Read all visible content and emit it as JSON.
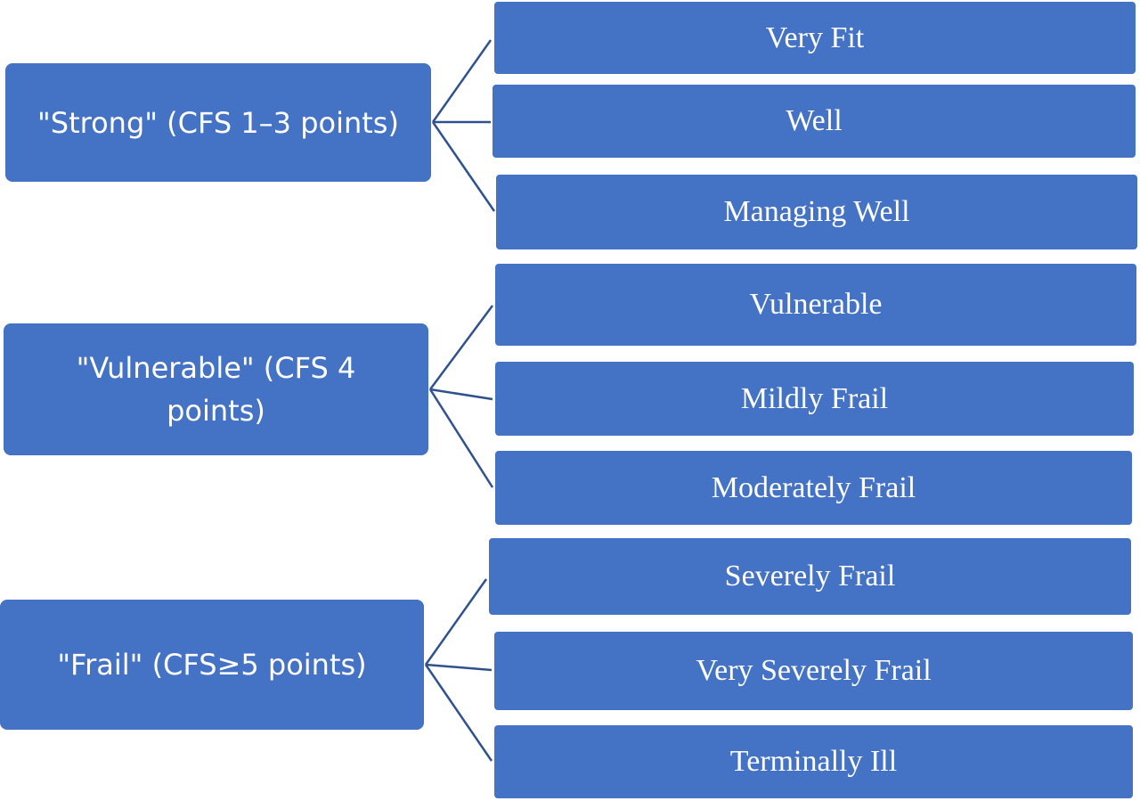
{
  "colors": {
    "box": "#4472C4",
    "connector": "#2F528F",
    "text": "#FFFFFF"
  },
  "groups": [
    {
      "label": "\"Strong\" (CFS 1–3 points)",
      "items": [
        "Very Fit",
        "Well",
        "Managing Well"
      ]
    },
    {
      "label": "\"Vulnerable\" (CFS 4 points)",
      "items": [
        "Vulnerable",
        "Mildly Frail",
        "Moderately Frail"
      ]
    },
    {
      "label": "\"Frail\" (CFS≥5 points)",
      "items": [
        "Severely Frail",
        "Very Severely Frail",
        "Terminally Ill"
      ]
    }
  ]
}
